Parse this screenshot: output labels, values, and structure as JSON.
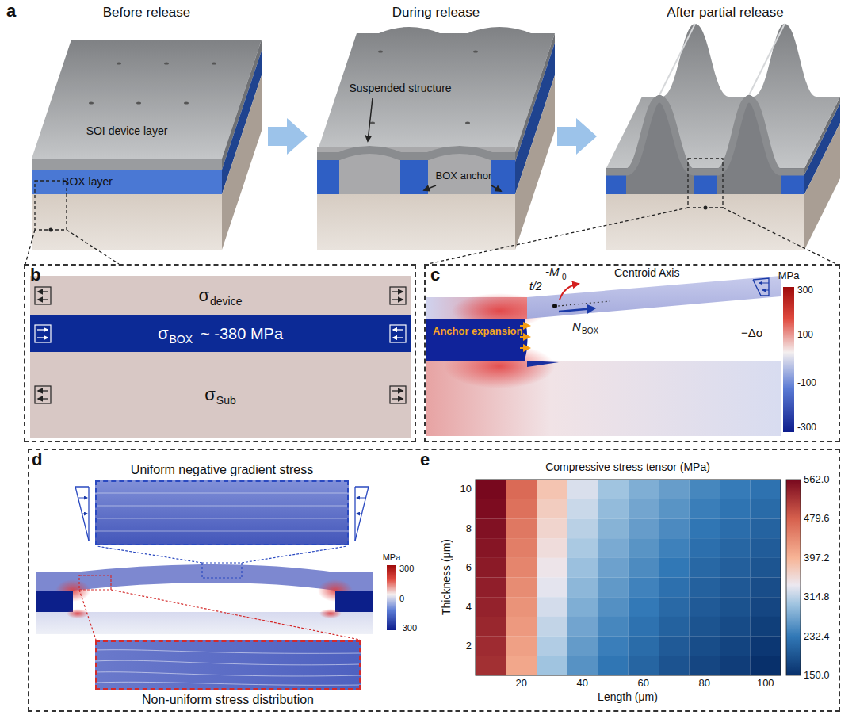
{
  "diagram": {
    "nodes": [
      {
        "text": [
          "b"
        ]
      },
      {
        "text": [
          "c"
        ]
      },
      {
        "text": [
          "d",
          "e"
        ]
      },
      {
        "text": [
          "σ",
          "device"
        ],
        "in": 0
      },
      {
        "text": [
          "σ",
          "BOX",
          "~ -380 MPa"
        ],
        "in": 0
      },
      {
        "text": [
          "σ",
          "Sub"
        ],
        "in": 0
      },
      {
        "text": [
          "Uniform negative gradient stress"
        ],
        "in": 2
      },
      {
        "text": [
          "Non-uniform stress distribution"
        ],
        "in": 2
      }
    ],
    "labels": [
      "a",
      "Before release",
      "During release",
      "After partial release",
      "SOI device layer",
      "BOX layer",
      "Suspended structure",
      "BOX anchor",
      "-M",
      "0",
      "t/2",
      "Centroid Axis",
      "N",
      "BOX",
      "Anchor expansion",
      "−Δσ",
      "MPa",
      "300",
      "100",
      "-100",
      "-300",
      "MPa",
      "300",
      "0",
      "-300",
      "Compressive stress tensor (MPa)",
      "562.0",
      "479.6",
      "397.2",
      "314.8",
      "232.4",
      "150.0",
      "Thickness (μm)",
      "10",
      "8",
      "6",
      "4",
      "2",
      "Length (μm)",
      "20",
      "40",
      "60",
      "80",
      "100"
    ]
  }
}
